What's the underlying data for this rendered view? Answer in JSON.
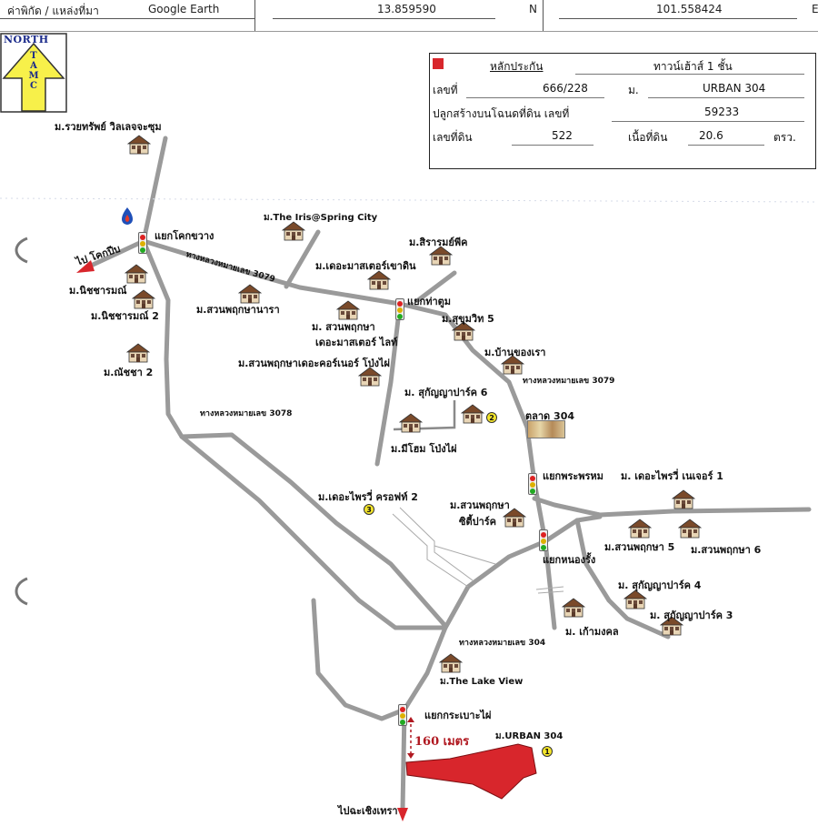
{
  "header": {
    "coord_label": "ค่าพิกัด / แหล่งที่มา",
    "source": "Google Earth",
    "latitude": "13.859590",
    "lat_dir": "N",
    "longitude": "101.558424",
    "lon_dir": "E"
  },
  "north": {
    "label": "NORTH",
    "letters": "TAMC"
  },
  "info": {
    "collateral_label": "หลักประกัน",
    "collateral_type": "ทาวน์เฮ้าส์ 1 ชั้น",
    "house_no_label": "เลขที่",
    "house_no": "666/228",
    "village_label": "ม.",
    "village": "URBAN 304",
    "deed_label": "ปลูกสร้างบนโฉนดที่ดิน เลขที่",
    "deed_no": "59233",
    "land_no_label": "เลขที่ดิน",
    "land_no": "522",
    "area_label": "เนื้อที่ดิน",
    "area": "20.6",
    "area_unit": "ตรว."
  },
  "colors": {
    "road": "#9a9a9a",
    "subject": "#d8262c",
    "badge": "#f5e62a",
    "north_arrow": "#f7f04a",
    "distance": "#b01820"
  },
  "labels": {
    "rai_sap": "ม.รวยทรัพย์ วิลเลจจะซุม",
    "to_khokpip": "ไป โคกปีบ",
    "khok_khwang": "แยกโคกขวาง",
    "the_iris": "ม.The Iris@Spring City",
    "hwy3079_a": "ทางหลวงหมายเลข 3079",
    "sirarom": "ม.สิรารมย์พีค",
    "master_khao": "ม.เดอะมาสเตอร์เขาดิน",
    "nitcharamon": "ม.นิชชารมณ์",
    "nitcharamon2": "ม.นิชชารมณ์ 2",
    "suanphruksa_nara": "ม.สวนพฤกษานารา",
    "tha_tum": "แยกท่าตูม",
    "sukhumvit5": "ม.สุขุมวิท 5",
    "suan_master1": "ม. สวนพฤกษา",
    "suan_master2": "เดอะมาสเตอร์ ไลท์",
    "natcha2": "ม.ณัชชา 2",
    "ban_khong": "ม.บ้านของเรา",
    "suan_corner": "ม.สวนพฤกษาเดอะคอร์เนอร์ โป่งไผ่",
    "hwy3079_b": "ทางหลวงหมายเลข 3079",
    "sukanya6": "ม. สุกัญญาปาร์ค 6",
    "hwy3078": "ทางหลวงหมายเลข 3078",
    "talat304": "ตลาด 304",
    "mihome": "ม.มีโฮม โป่งไผ่",
    "phra_phrom": "แยกพระพรหม",
    "faprai_nature": "ม. เดอะไพรวี่ เนเจอร์ 1",
    "faprai_craft": "ม.เดอะไพรวี่ ครอฟท์ 2",
    "suan_city1": "ม.สวนพฤกษา",
    "suan_city2": "ซิตี้ปาร์ค",
    "suan5": "ม.สวนพฤกษา 5",
    "suan6": "ม.สวนพฤกษา 6",
    "nong_rang": "แยกหนองรั้ง",
    "sukanya4": "ม. สุกัญญาปาร์ค 4",
    "sukanya3": "ม. สุกัญญาปาร์ค 3",
    "kao_mongkhon": "ม. เก้ามงคล",
    "hwy304": "ทางหลวงหมายเลข 304",
    "lake_view": "ม.The Lake View",
    "krabao_phai": "แยกกระเบาะไผ่",
    "distance": "160 เมตร",
    "urban304": "ม.URBAN 304",
    "to_chachoengsao": "ไปฉะเชิงเทรา",
    "badge1": "1",
    "badge2": "2",
    "badge3": "3"
  }
}
